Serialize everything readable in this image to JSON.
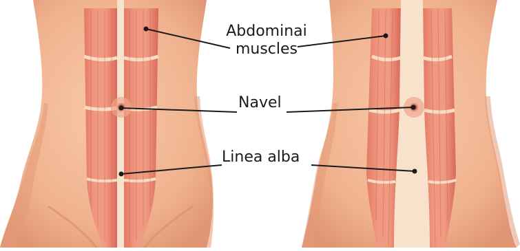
{
  "labels": {
    "abdominal_line1": "Abdominai",
    "abdominal_line2": "muscles",
    "navel": "Navel",
    "linea_alba": "Linea alba"
  },
  "colors": {
    "skin": "#f2b593",
    "skin_shadow": "#e29a78",
    "muscle": "#e8826c",
    "muscle_dark": "#c9604e",
    "linea_alba": "#f6ddc4",
    "navel": "#b5523f",
    "leader_line": "#1a1a1a"
  }
}
